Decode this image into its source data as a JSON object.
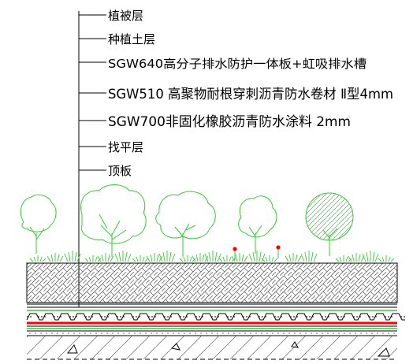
{
  "labels": [
    {
      "text": "植被层"
    },
    {
      "text": "种植土层"
    },
    {
      "text": "SGW640高分子排水防护一体板+虹吸排水槽"
    },
    {
      "text": "SGW510 高聚物耐根穿刺沥青防水卷材 Ⅱ型4mm"
    },
    {
      "text": "SGW700非固化橡胶沥青防水涂料 2mm"
    },
    {
      "text": "找平层"
    },
    {
      "text": "顶板"
    }
  ],
  "colors": {
    "line": "#000000",
    "grass": "#33cc33",
    "tree": "#33cc33",
    "flower": "#ff0000",
    "membrane_red": "#ff0000",
    "membrane_green": "#33cc33",
    "soil_hatch": "#555555"
  }
}
